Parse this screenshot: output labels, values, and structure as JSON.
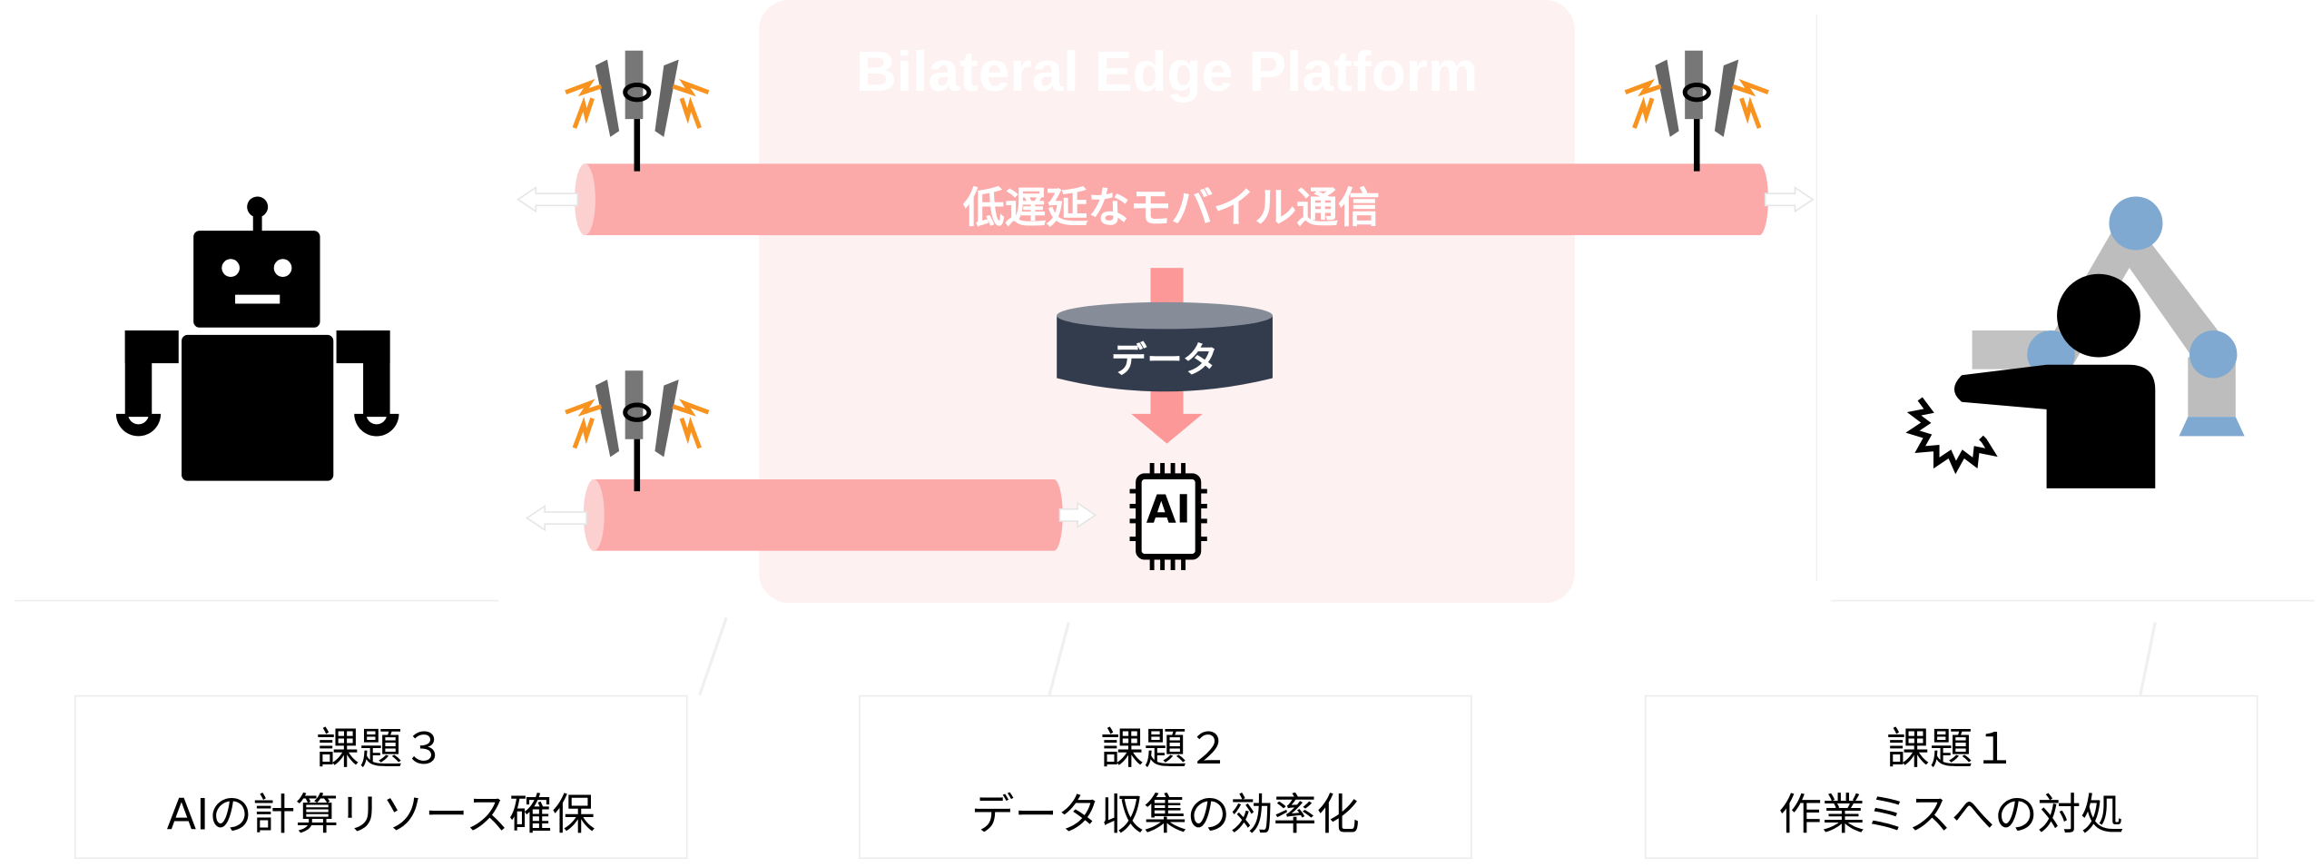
{
  "platform": {
    "title": "Bilateral Edge Platform"
  },
  "network": {
    "label": "低遅延なモバイル通信"
  },
  "database": {
    "label": "データ"
  },
  "ai_chip": {
    "label": "AI"
  },
  "challenges": [
    {
      "title": "課題３",
      "description": "AIの計算リソース確保"
    },
    {
      "title": "課題２",
      "description": "データ収集の効率化"
    },
    {
      "title": "課題１",
      "description": "作業ミスへの対処"
    }
  ],
  "colors": {
    "pipe": "#fca9a9",
    "platform_bg": "#fdf1f1",
    "database": "#323c4d",
    "arrow": "#fc9898",
    "signal": "#f7931e",
    "arm_joint": "#7fa9d0"
  }
}
